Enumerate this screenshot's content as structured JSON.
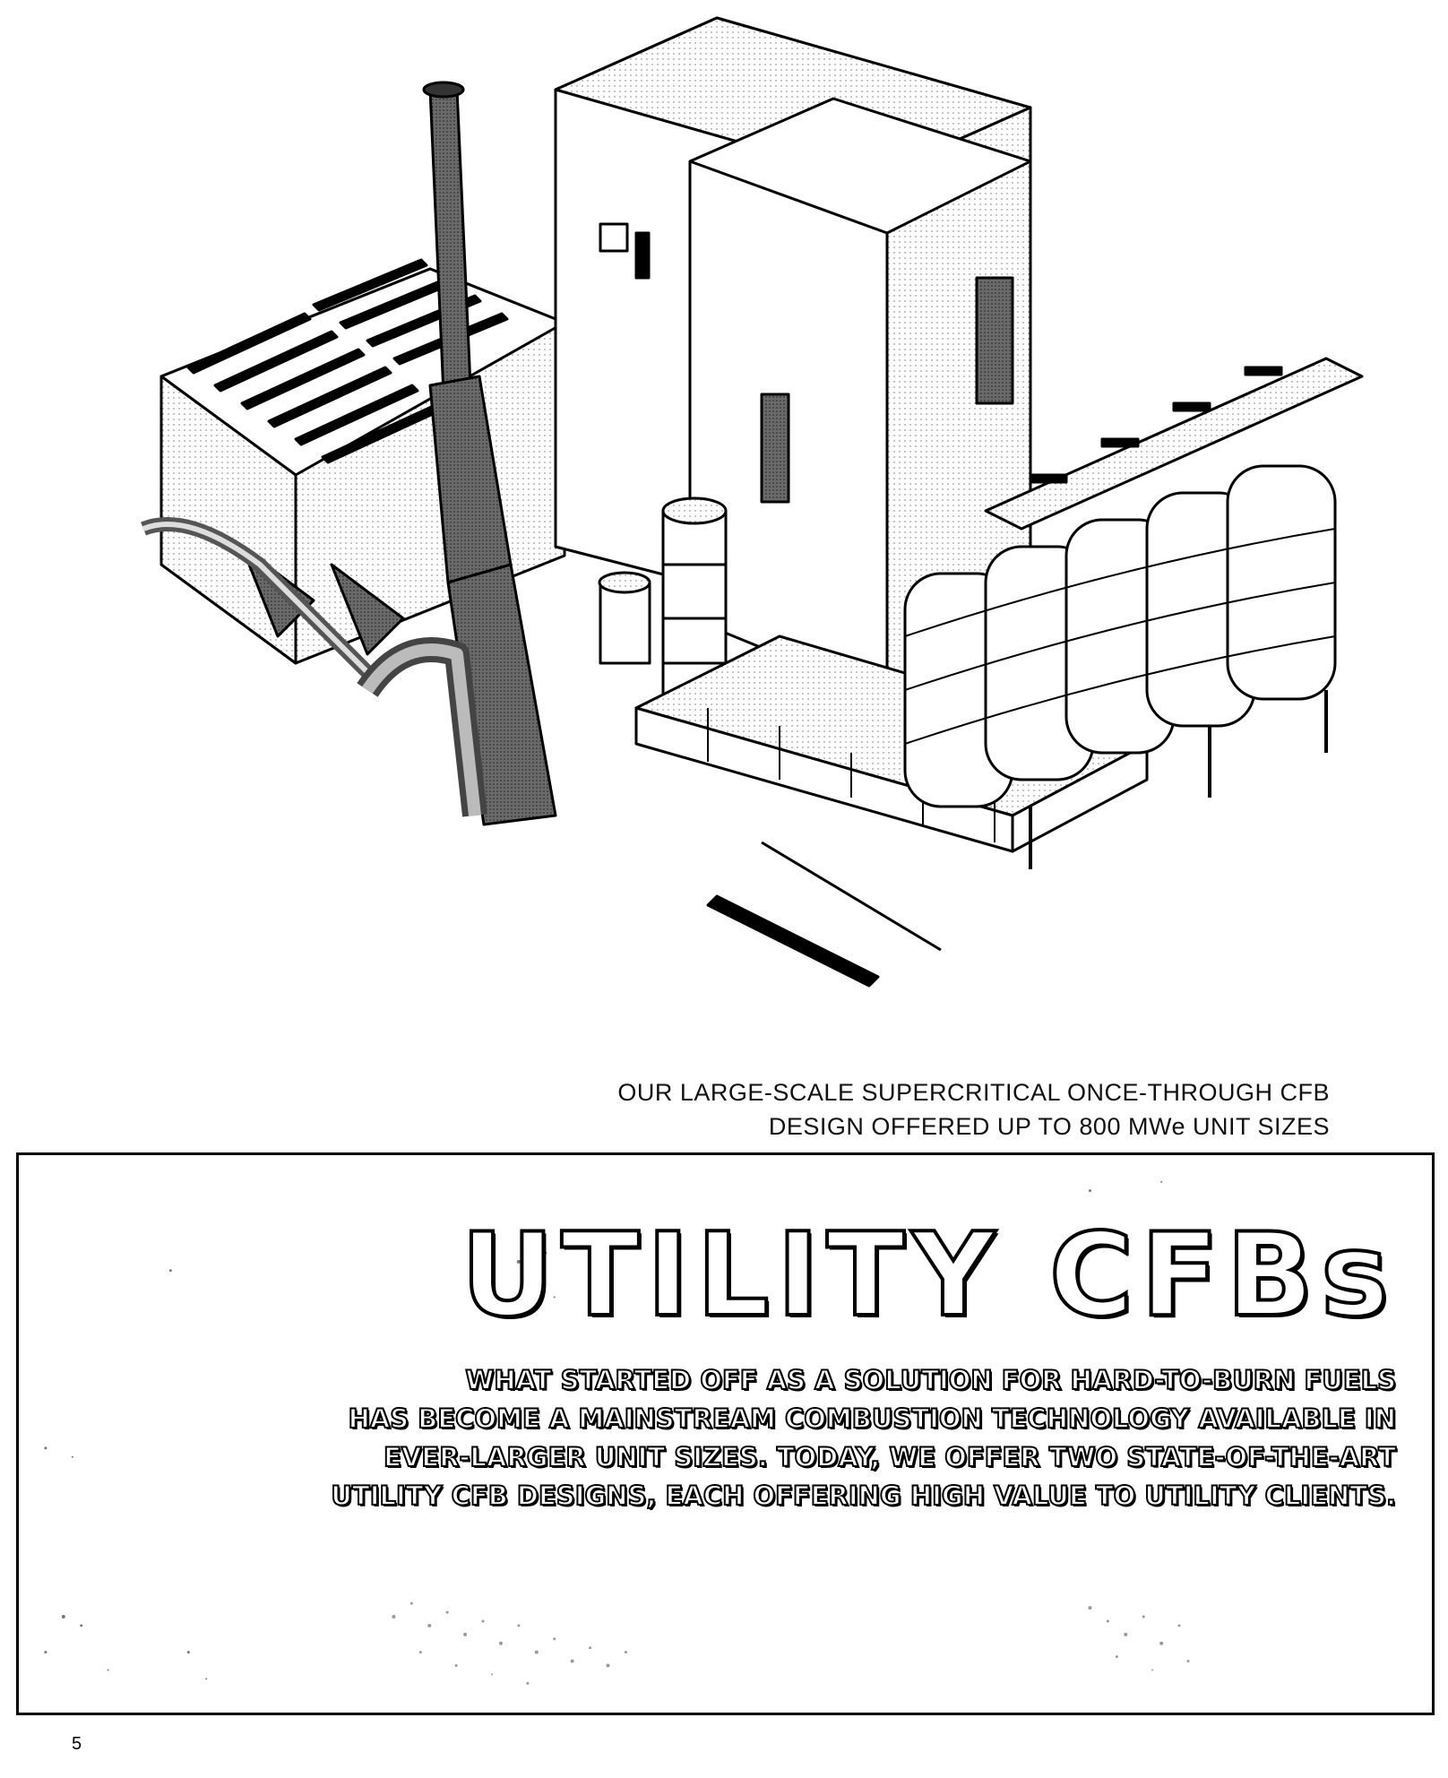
{
  "caption": {
    "line1": "OUR LARGE-SCALE SUPERCRITICAL ONCE-THROUGH CFB",
    "line2": "DESIGN OFFERED UP TO 800 MWe UNIT SIZES"
  },
  "panel": {
    "title": "UTILITY CFBs",
    "body_lines": [
      "WHAT STARTED OFF AS A SOLUTION FOR HARD-TO-BURN FUELS",
      "HAS BECOME A MAINSTREAM COMBUSTION TECHNOLOGY AVAILABLE IN",
      "EVER-LARGER UNIT SIZES. TODAY, WE OFFER TWO STATE-OF-THE-ART",
      "UTILITY CFB DESIGNS, EACH OFFERING HIGH VALUE TO UTILITY CLIENTS."
    ]
  },
  "page_number": "5"
}
